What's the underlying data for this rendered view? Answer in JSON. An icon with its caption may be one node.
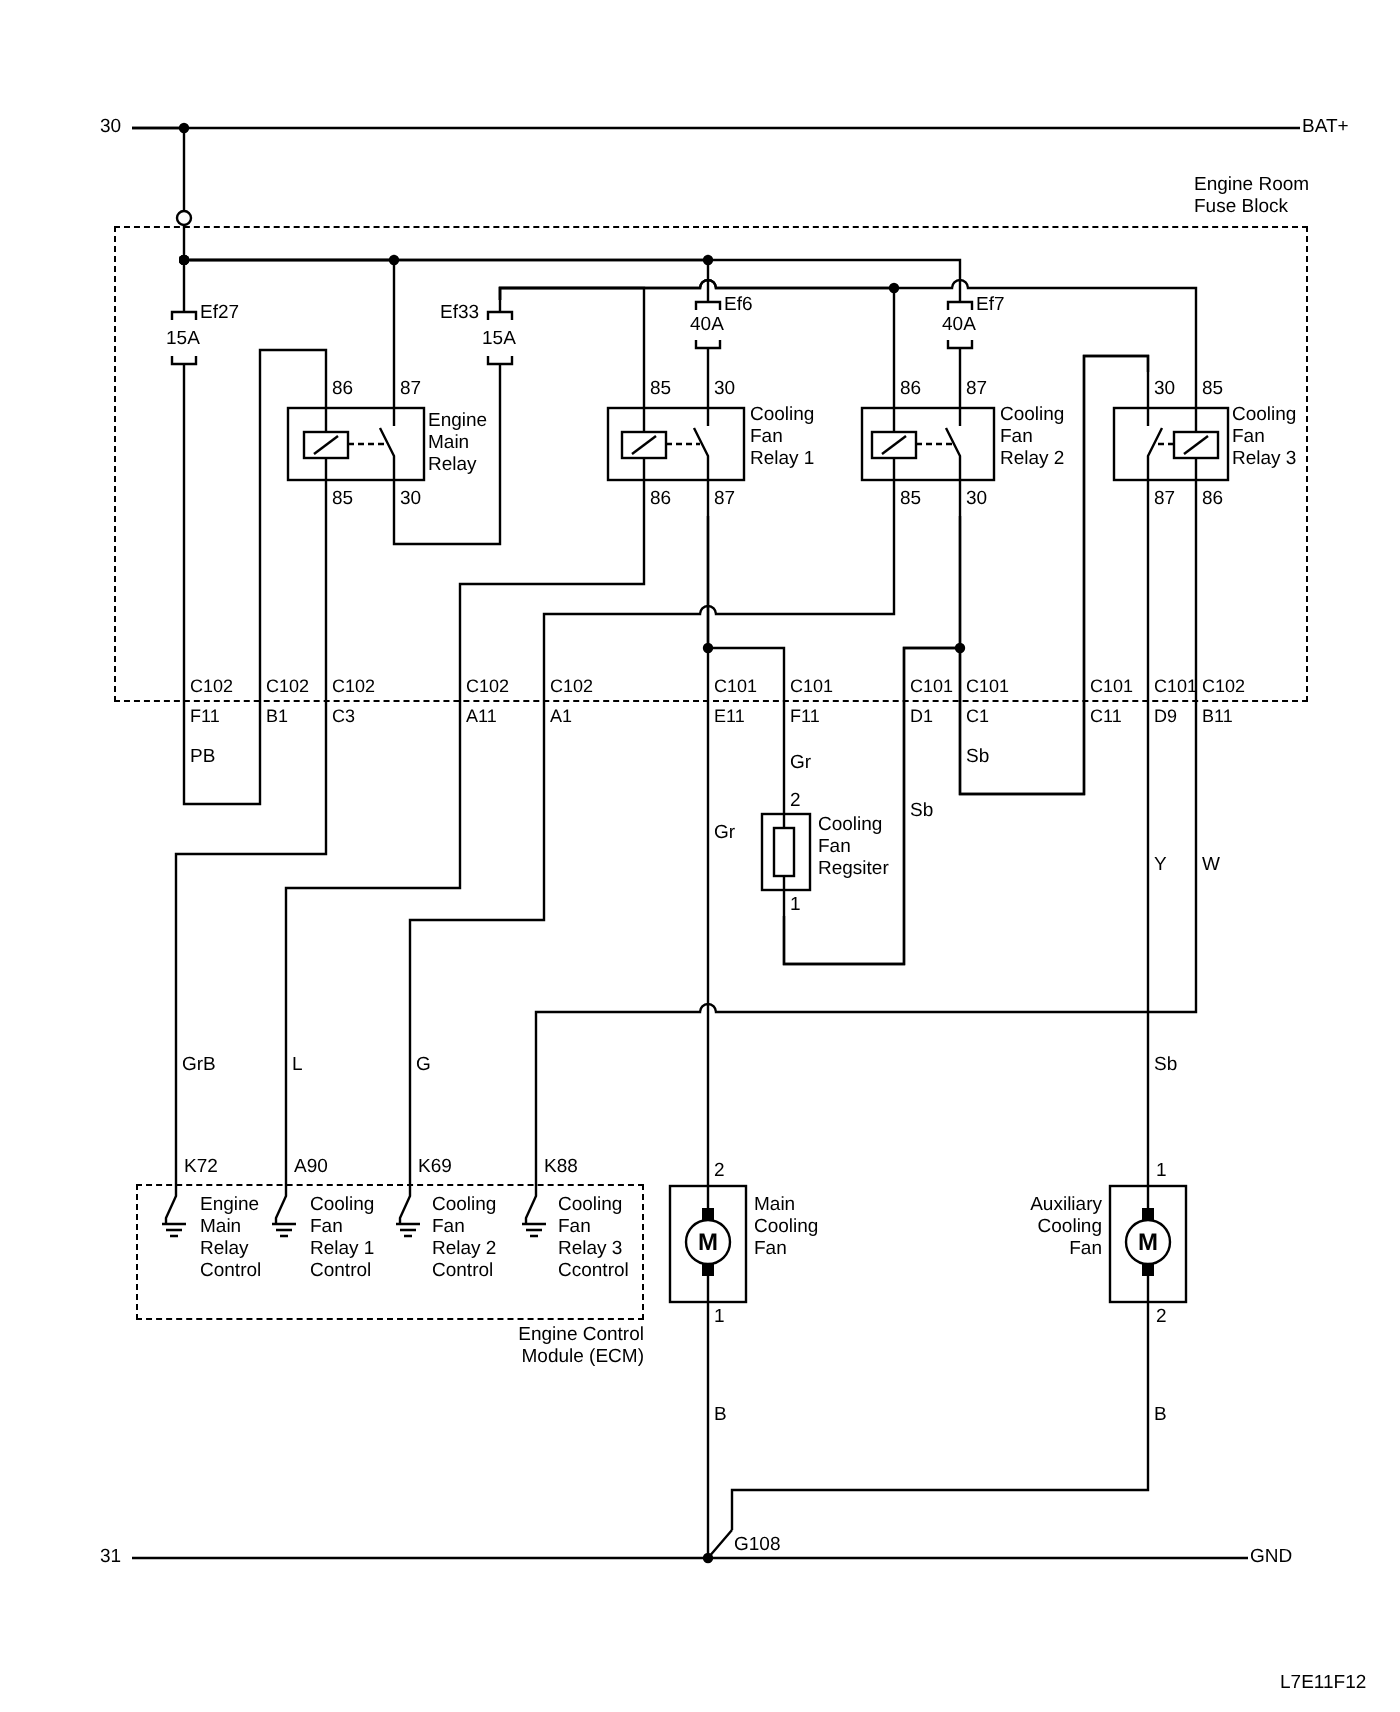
{
  "diagram": {
    "nodes": [
      {
        "text": [
          "Engine Room Fuse Block"
        ]
      },
      {
        "text": [
          "Ef27",
          "15A"
        ],
        "in": 0
      },
      {
        "text": [
          "Engine Main Relay"
        ],
        "beside": [
          "86",
          "87",
          "85",
          "30"
        ],
        "in": 0
      },
      {
        "text": [
          "Ef33",
          "15A"
        ],
        "in": 0
      },
      {
        "text": [
          "Ef6",
          "40A"
        ],
        "in": 0
      },
      {
        "text": [
          "Cooling Fan Relay 1"
        ],
        "beside": [
          "85",
          "30",
          "86",
          "87"
        ],
        "in": 0
      },
      {
        "text": [
          "Cooling Fan Relay 2"
        ],
        "beside": [
          "86",
          "87",
          "85",
          "30"
        ],
        "in": 0
      },
      {
        "text": [
          "Ef7",
          "40A"
        ],
        "in": 0
      },
      {
        "text": [
          "Cooling Fan Relay 3"
        ],
        "beside": [
          "30",
          "85",
          "87",
          "86"
        ],
        "in": 0
      },
      {
        "text": [
          "Cooling Fan Regsiter"
        ],
        "beside": [
          "2",
          "1"
        ]
      },
      {
        "text": [
          "Engine Control Module (ECM)"
        ]
      },
      {
        "text": [
          "Engine Main Relay Control"
        ],
        "in": 10
      },
      {
        "text": [
          "Cooling Fan Relay 1 Control"
        ],
        "in": 10
      },
      {
        "text": [
          "Cooling Fan Relay 2 Control"
        ],
        "in": 10
      },
      {
        "text": [
          "Cooling Fan Relay 3 Ccontrol"
        ],
        "in": 10
      },
      {
        "text": [
          "M",
          "Main Cooling Fan"
        ],
        "beside": [
          "2",
          "1"
        ]
      },
      {
        "text": [
          "Auxiliary Cooling Fan",
          "M"
        ],
        "beside": [
          "1",
          "2"
        ]
      },
      {
        "text": [
          "30"
        ]
      },
      {
        "text": [
          "BAT+"
        ]
      },
      {
        "text": [
          "31"
        ]
      },
      {
        "text": [
          "GND"
        ]
      },
      {
        "text": [
          "G108"
        ]
      }
    ],
    "edges": [
      {
        "from": 17,
        "to": 18,
        "arrow": "none"
      },
      {
        "from": 17,
        "to": 1,
        "arrow": "none"
      },
      {
        "from": null,
        "to": 2,
        "arrow": "other"
      },
      {
        "from": null,
        "to": 4,
        "arrow": "other"
      },
      {
        "from": null,
        "to": 7,
        "arrow": "other"
      },
      {
        "from": 1,
        "to": 2,
        "arrow": "none"
      },
      {
        "from": 2,
        "to": 3,
        "arrow": "none"
      },
      {
        "from": 3,
        "to": 5,
        "arrow": "none"
      },
      {
        "from": 3,
        "to": 6,
        "arrow": "none"
      },
      {
        "from": 3,
        "to": 8,
        "arrow": "none"
      },
      {
        "from": 4,
        "to": 5,
        "arrow": "none"
      },
      {
        "from": 7,
        "to": 6,
        "arrow": "none"
      },
      {
        "from": 2,
        "to": 11,
        "arrow": "none"
      },
      {
        "from": 5,
        "to": 12,
        "arrow": "none"
      },
      {
        "from": 6,
        "to": 13,
        "arrow": "none"
      },
      {
        "from": 8,
        "to": 14,
        "arrow": "none"
      },
      {
        "from": 5,
        "to": 15,
        "arrow": "none"
      },
      {
        "from": 5,
        "to": 9,
        "arrow": "none"
      },
      {
        "from": 9,
        "to": 6,
        "arrow": "none"
      },
      {
        "from": 9,
        "to": 8,
        "arrow": "none"
      },
      {
        "from": 6,
        "to": 8,
        "arrow": "none"
      },
      {
        "from": 8,
        "to": 16,
        "arrow": "none"
      },
      {
        "from": 15,
        "to": 21,
        "arrow": "none"
      },
      {
        "from": 16,
        "to": 21,
        "arrow": "none"
      },
      {
        "from": 19,
        "to": 21,
        "arrow": "none"
      },
      {
        "from": 21,
        "to": 20,
        "arrow": "none"
      }
    ],
    "labels": [
      "C102",
      "F11",
      "C102",
      "B1",
      "C102",
      "C3",
      "C102",
      "A11",
      "C102",
      "A1",
      "C101",
      "E11",
      "C101",
      "F11",
      "C101",
      "D1",
      "C101",
      "C1",
      "C101",
      "C11",
      "C101",
      "D9",
      "C102",
      "B11",
      "PB",
      "Gr",
      "Sb",
      "Gr",
      "Sb",
      "Y",
      "W",
      "GrB",
      "L",
      "G",
      "Sb",
      "K72",
      "A90",
      "K69",
      "K88",
      "B",
      "B",
      "L7E11F12"
    ]
  }
}
